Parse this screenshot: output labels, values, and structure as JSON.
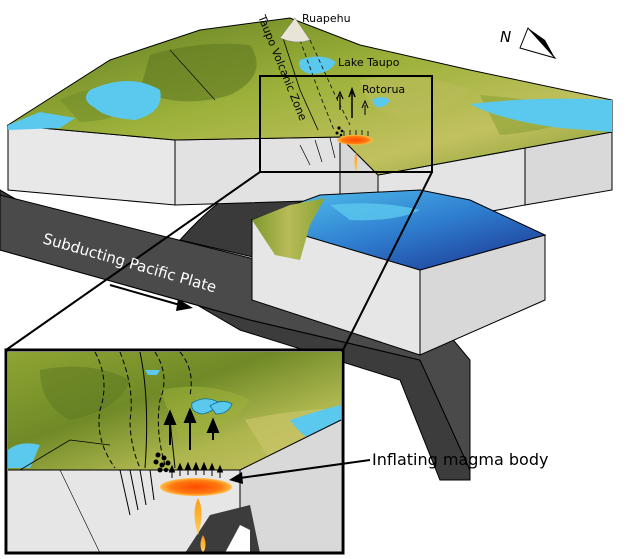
{
  "labels": {
    "ruapehu": "Ruapehu",
    "lake_taupo": "Lake Taupo",
    "rotorua": "Rotorua",
    "taupo_volcanic_zone": "Taupo Volcanic Zone",
    "subducting_plate": "Subducting Pacific Plate",
    "inflating_magma": "Inflating magma body",
    "north": "N"
  },
  "colors": {
    "terrain_dark": "#6f8a2a",
    "terrain_mid": "#9fb33c",
    "terrain_light": "#c9c46a",
    "peak": "#e8e4d6",
    "water": "#5bc8ee",
    "deep_water": "#1f3f9a",
    "crust_side": "#e6e6e6",
    "crust_edge": "#bdbdbd",
    "plate": "#3c3c3c",
    "magma_core": "#ff5a00",
    "magma_edge": "#ffb23b",
    "outline": "#000000"
  }
}
